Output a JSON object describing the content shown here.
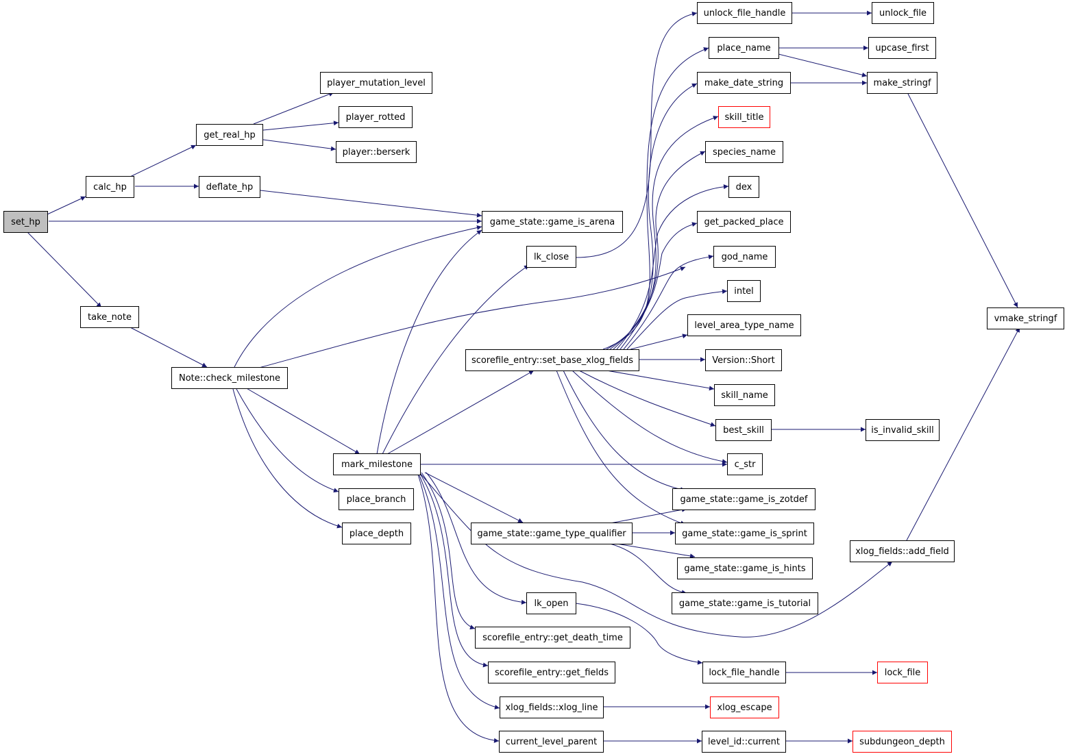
{
  "graph": {
    "edge_color": "#191970",
    "node_border_color": "#000000",
    "truncated_border_color": "#ff0000",
    "root_fill_color": "#bfbfbf",
    "nodes": {
      "set_hp": "set_hp",
      "calc_hp": "calc_hp",
      "take_note": "take_note",
      "get_real_hp": "get_real_hp",
      "deflate_hp": "deflate_hp",
      "player_mutation_level": "player_mutation_level",
      "player_rotted": "player_rotted",
      "player_berserk": "player::berserk",
      "game_is_arena": "game_state::game_is_arena",
      "check_milestone": "Note::check_milestone",
      "mark_milestone": "mark_milestone",
      "place_branch": "place_branch",
      "place_depth": "place_depth",
      "lk_close": "lk_close",
      "set_base_xlog_fields": "scorefile_entry::set_base_xlog_fields",
      "game_type_qualifier": "game_state::game_type_qualifier",
      "lk_open": "lk_open",
      "get_death_time": "scorefile_entry::get_death_time",
      "get_fields": "scorefile_entry::get_fields",
      "xlog_line": "xlog_fields::xlog_line",
      "current_level_parent": "current_level_parent",
      "unlock_file_handle": "unlock_file_handle",
      "place_name": "place_name",
      "make_date_string": "make_date_string",
      "skill_title": "skill_title",
      "species_name": "species_name",
      "dex": "dex",
      "get_packed_place": "get_packed_place",
      "god_name": "god_name",
      "intel": "intel",
      "level_area_type_name": "level_area_type_name",
      "version_short": "Version::Short",
      "skill_name": "skill_name",
      "best_skill": "best_skill",
      "c_str": "c_str",
      "game_is_zotdef": "game_state::game_is_zotdef",
      "game_is_sprint": "game_state::game_is_sprint",
      "game_is_hints": "game_state::game_is_hints",
      "game_is_tutorial": "game_state::game_is_tutorial",
      "lock_file_handle": "lock_file_handle",
      "xlog_escape": "xlog_escape",
      "level_id_current": "level_id::current",
      "unlock_file": "unlock_file",
      "upcase_first": "upcase_first",
      "make_stringf": "make_stringf",
      "is_invalid_skill": "is_invalid_skill",
      "lock_file": "lock_file",
      "subdungeon_depth": "subdungeon_depth",
      "vmake_stringf": "vmake_stringf",
      "add_field": "xlog_fields::add_field"
    }
  }
}
